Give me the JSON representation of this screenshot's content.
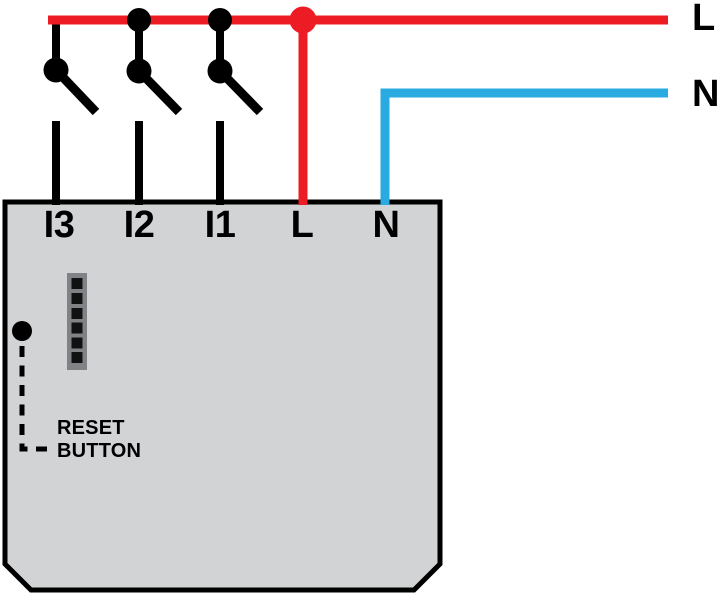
{
  "diagram": {
    "type": "wiring-diagram",
    "supply": {
      "live_label": "L",
      "neutral_label": "N"
    },
    "switches": {
      "count": 3
    },
    "device": {
      "terminals": [
        "I3",
        "I2",
        "I1",
        "L",
        "N"
      ],
      "reset": {
        "line1": "RESET",
        "line2": "BUTTON"
      }
    },
    "colors": {
      "live": "#ED1C24",
      "neutral": "#29ABE2",
      "wire": "#000000",
      "device-fill": "#D2D3D5",
      "device-border": "#000000",
      "connector-fill": "#808285",
      "connector-pin": "#111111",
      "label": "#000000",
      "background": "#FFFFFF"
    }
  }
}
